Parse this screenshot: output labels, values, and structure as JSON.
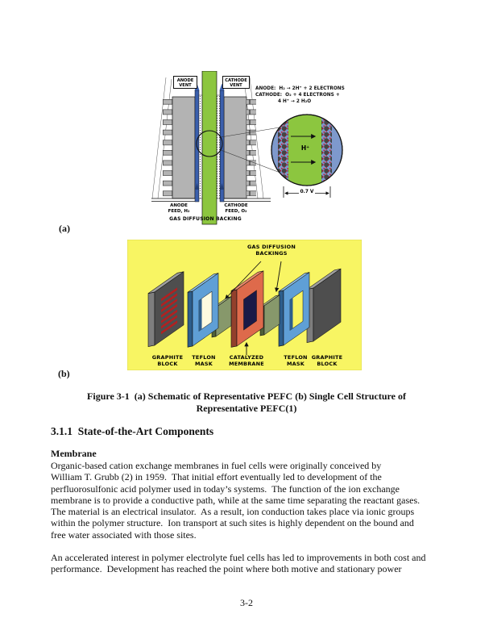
{
  "figure_a": {
    "label": "(a)",
    "anode_vent": "ANODE\nVENT",
    "cathode_vent": "CATHODE\nVENT",
    "anode_reaction": "ANODE:  H₂ → 2H⁺ + 2 ELECTRONS",
    "cathode_reaction_1": "CATHODE:  O₂ + 4 ELECTRONS +",
    "cathode_reaction_2": "4 H⁺ → 2 H₂O",
    "h_ion": "H⁺",
    "voltage": "0.7 V",
    "anode_feed": "ANODE\nFEED, H₂",
    "cathode_feed": "CATHODE\nFEED, O₂",
    "gas_diffusion_backing": "GAS DIFFUSION BACKING"
  },
  "figure_b": {
    "label": "(b)",
    "gas_diffusion_backings": "GAS DIFFUSION\nBACKINGS",
    "graphite_left": "GRAPHITE\nBLOCK",
    "teflon_left": "TEFLON\nMASK",
    "membrane": "CATALYZED\nMEMBRANE",
    "teflon_right": "TEFLON\nMASK",
    "graphite_right": "GRAPHITE\nBLOCK"
  },
  "caption": "Figure 3-1  (a) Schematic of Representative PEFC (b) Single Cell Structure of\nRepresentative PEFC(1)",
  "section_heading": "3.1.1  State-of-the-Art Components",
  "membrane_heading": "Membrane",
  "paragraph_1": "Organic-based cation exchange membranes in fuel cells were originally conceived by\nWilliam T. Grubb (2) in 1959.  That initial effort eventually led to development of the\nperfluorosulfonic acid polymer used in today’s systems.  The function of the ion exchange\nmembrane is to provide a conductive path, while at the same time separating the reactant gases.\nThe material is an electrical insulator.  As a result, ion conduction takes place via ionic groups\nwithin the polymer structure.  Ion transport at such sites is highly dependent on the bound and\nfree water associated with those sites.",
  "paragraph_2": "An accelerated interest in polymer electrolyte fuel cells has led to improvements in both cost and\nperformance.  Development has reached the point where both motive and stationary power",
  "page_number": "3-2",
  "colors": {
    "membrane_green": "#8CC63F",
    "backing_blue": "#3A5FAC",
    "flow_field_gray": "#B3B3B3",
    "inset_blue": "#7E99CC",
    "catalyst_dark": "#454545",
    "catalyst_red": "#CE1126",
    "figure_b_background": "#F8F563",
    "graphite_gray": "#4E4E4E",
    "teflon_blue": "#5F9FD6",
    "backing_olive": "#87986B",
    "membrane_salmon": "#DE6A4B",
    "membrane_core_navy": "#1A1A47"
  }
}
